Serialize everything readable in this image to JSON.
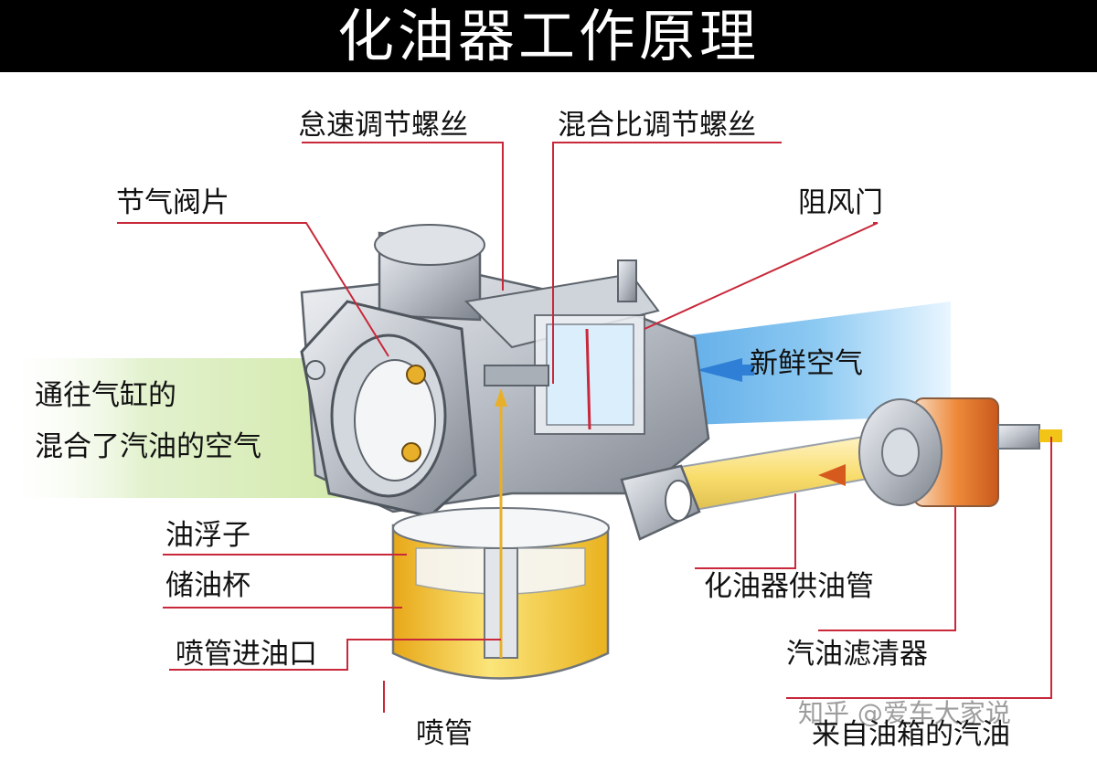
{
  "title": "化油器工作原理",
  "labels": {
    "idle_screw": "怠速调节螺丝",
    "mixture_screw": "混合比调节螺丝",
    "throttle_plate": "节气阀片",
    "choke": "阻风门",
    "fresh_air": "新鲜空气",
    "to_cylinder_line1": "通往气缸的",
    "to_cylinder_line2": "混合了汽油的空气",
    "float": "油浮子",
    "bowl": "储油杯",
    "nozzle_inlet": "喷管进油口",
    "fuel_supply_pipe": "化油器供油管",
    "fuel_filter": "汽油滤清器",
    "nozzle": "喷管",
    "from_tank": "来自油箱的汽油"
  },
  "watermark": "知乎 @爱车大家说",
  "colors": {
    "leader_line": "#c8283a",
    "fuel_yellow": "#f2c418",
    "air_blue": "#4aa8e8",
    "metal": "#b9bec6"
  }
}
